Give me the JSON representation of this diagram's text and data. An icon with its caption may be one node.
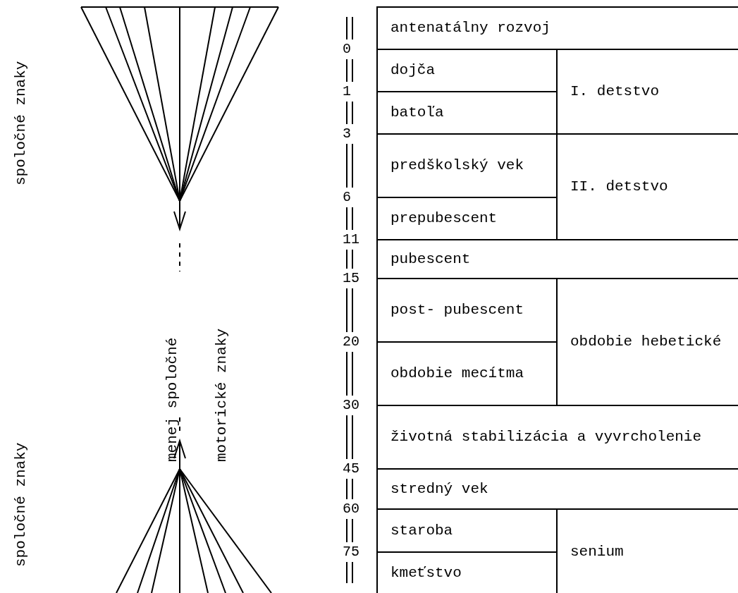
{
  "diagram": {
    "nodes": [
      {
        "text": [
          "antenatálny rozvoj"
        ]
      },
      {
        "text": [
          "dojča"
        ]
      },
      {
        "text": [
          "I. detstvo"
        ]
      },
      {
        "text": [
          "batoľa"
        ]
      },
      {
        "text": [
          "predškolský vek"
        ]
      },
      {
        "text": [
          "II. detstvo"
        ]
      },
      {
        "text": [
          "prepubescent"
        ]
      },
      {
        "text": [
          "pubescent"
        ]
      },
      {
        "text": [
          "post- pubescent"
        ]
      },
      {
        "text": [
          "obdobie hebetické"
        ]
      },
      {
        "text": [
          "obdobie mecítma"
        ]
      },
      {
        "text": [
          "životná stabilizácia a vyvrcholenie"
        ]
      },
      {
        "text": [
          "stredný vek"
        ]
      },
      {
        "text": [
          "staroba"
        ]
      },
      {
        "text": [
          "senium"
        ]
      },
      {
        "text": [
          "kmeťstvo"
        ]
      }
    ],
    "labels": [
      "spoločné znaky",
      "menej spoločné motorické znaky",
      "spoločné znaky",
      "0",
      "1",
      "3",
      "6",
      "11",
      "15",
      "20",
      "30",
      "45",
      "60",
      "75"
    ]
  }
}
